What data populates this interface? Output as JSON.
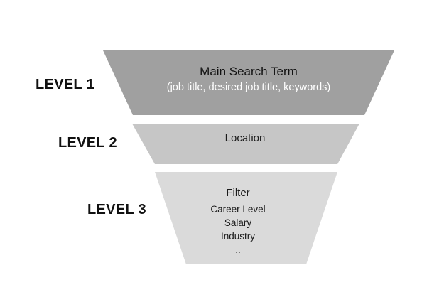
{
  "levels": [
    {
      "label": "LEVEL 1",
      "title": "Main Search Term",
      "subtitle": "(job title, desired job title, keywords)"
    },
    {
      "label": "LEVEL 2",
      "title": "Location"
    },
    {
      "label": "LEVEL 3",
      "title": "Filter",
      "items": [
        "Career Level",
        "Salary",
        "Industry",
        ".."
      ]
    }
  ],
  "colors": {
    "stage_1_fill": "#a0a0a0",
    "stage_2_fill": "#c6c6c6",
    "stage_3_fill": "#dadada",
    "level_label_text": "#111111",
    "subtitle_text": "#ffffff"
  }
}
